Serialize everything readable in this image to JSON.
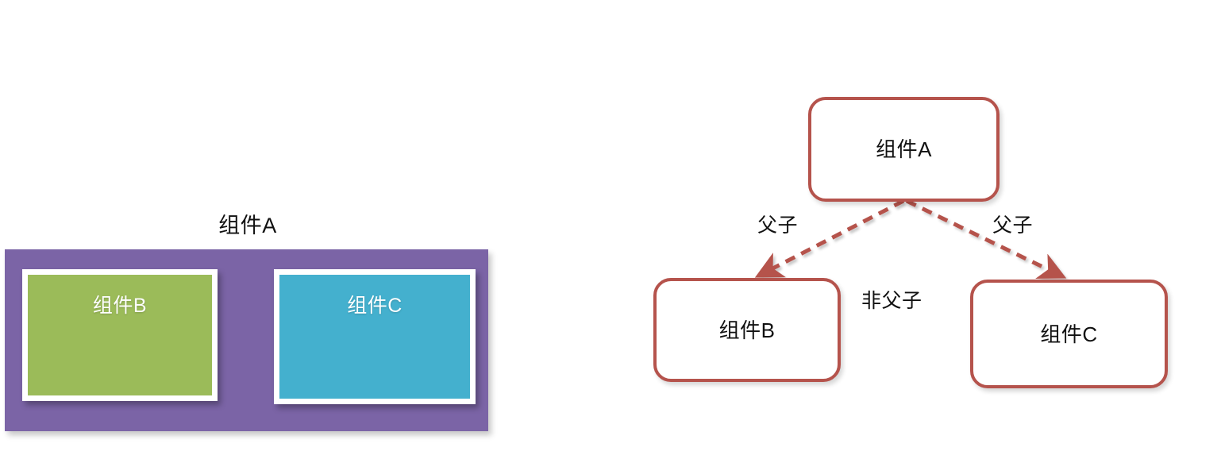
{
  "nested_view": {
    "container_label": "组件A",
    "container_color": "#7b64a6",
    "children": [
      {
        "label": "组件B",
        "color": "#9bbb59"
      },
      {
        "label": "组件C",
        "color": "#44b0ce"
      }
    ]
  },
  "flow_view": {
    "node_border_color": "#b5534c",
    "parent_edge_color": "#b5534c",
    "sibling_edge_color": "#2e5f86",
    "nodes": [
      {
        "id": "a",
        "label": "组件A"
      },
      {
        "id": "b",
        "label": "组件B"
      },
      {
        "id": "c",
        "label": "组件C"
      }
    ],
    "edges": [
      {
        "from": "a",
        "to": "b",
        "label": "父子",
        "style": "dashed",
        "color": "#b5534c"
      },
      {
        "from": "a",
        "to": "c",
        "label": "父子",
        "style": "dashed",
        "color": "#b5534c"
      },
      {
        "from": "b",
        "to": "c",
        "label": "非父子",
        "style": "dashed",
        "color": "#2e5f86"
      }
    ]
  }
}
